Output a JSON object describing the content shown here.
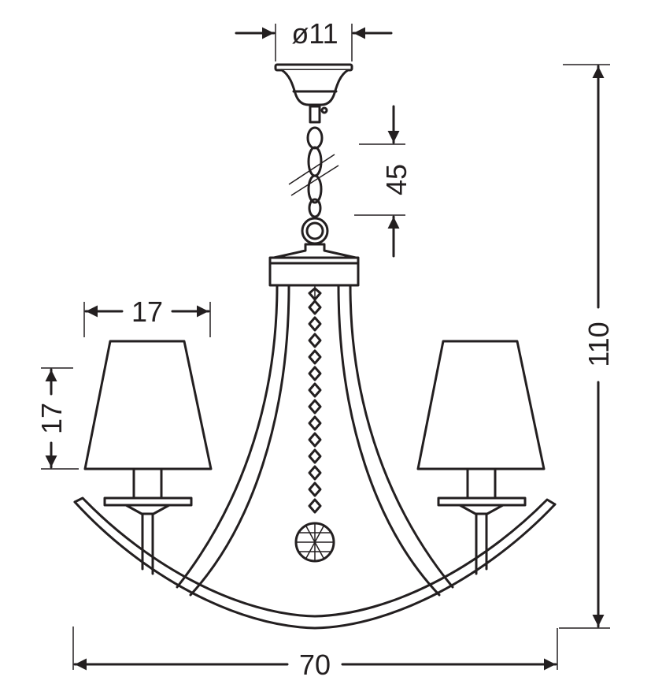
{
  "dimensions": {
    "canopy_diameter": "ø11",
    "chain_length": "45",
    "shade_width": "17",
    "shade_height": "17",
    "total_height": "110",
    "total_width": "70"
  },
  "colors": {
    "line": "#231f20",
    "background": "#ffffff"
  }
}
